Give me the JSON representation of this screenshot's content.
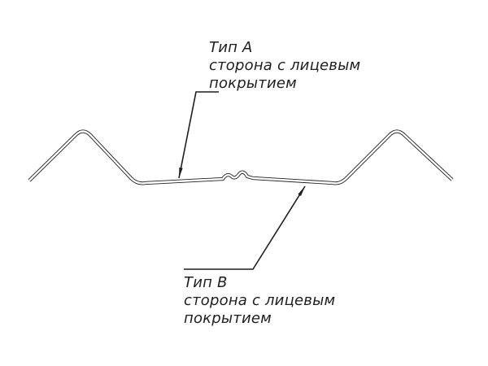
{
  "page": {
    "background": "#ffffff"
  },
  "diagram": {
    "kind": "sheet-profile-cross-section",
    "stroke_color": "#1f1f1f",
    "callout_a": {
      "title": "Тип А",
      "desc_line1": "сторона с лицевым",
      "desc_line2": "покрытием"
    },
    "callout_b": {
      "title": "Тип В",
      "desc_line1": "сторона с лицевым",
      "desc_line2": "покрытием"
    }
  }
}
